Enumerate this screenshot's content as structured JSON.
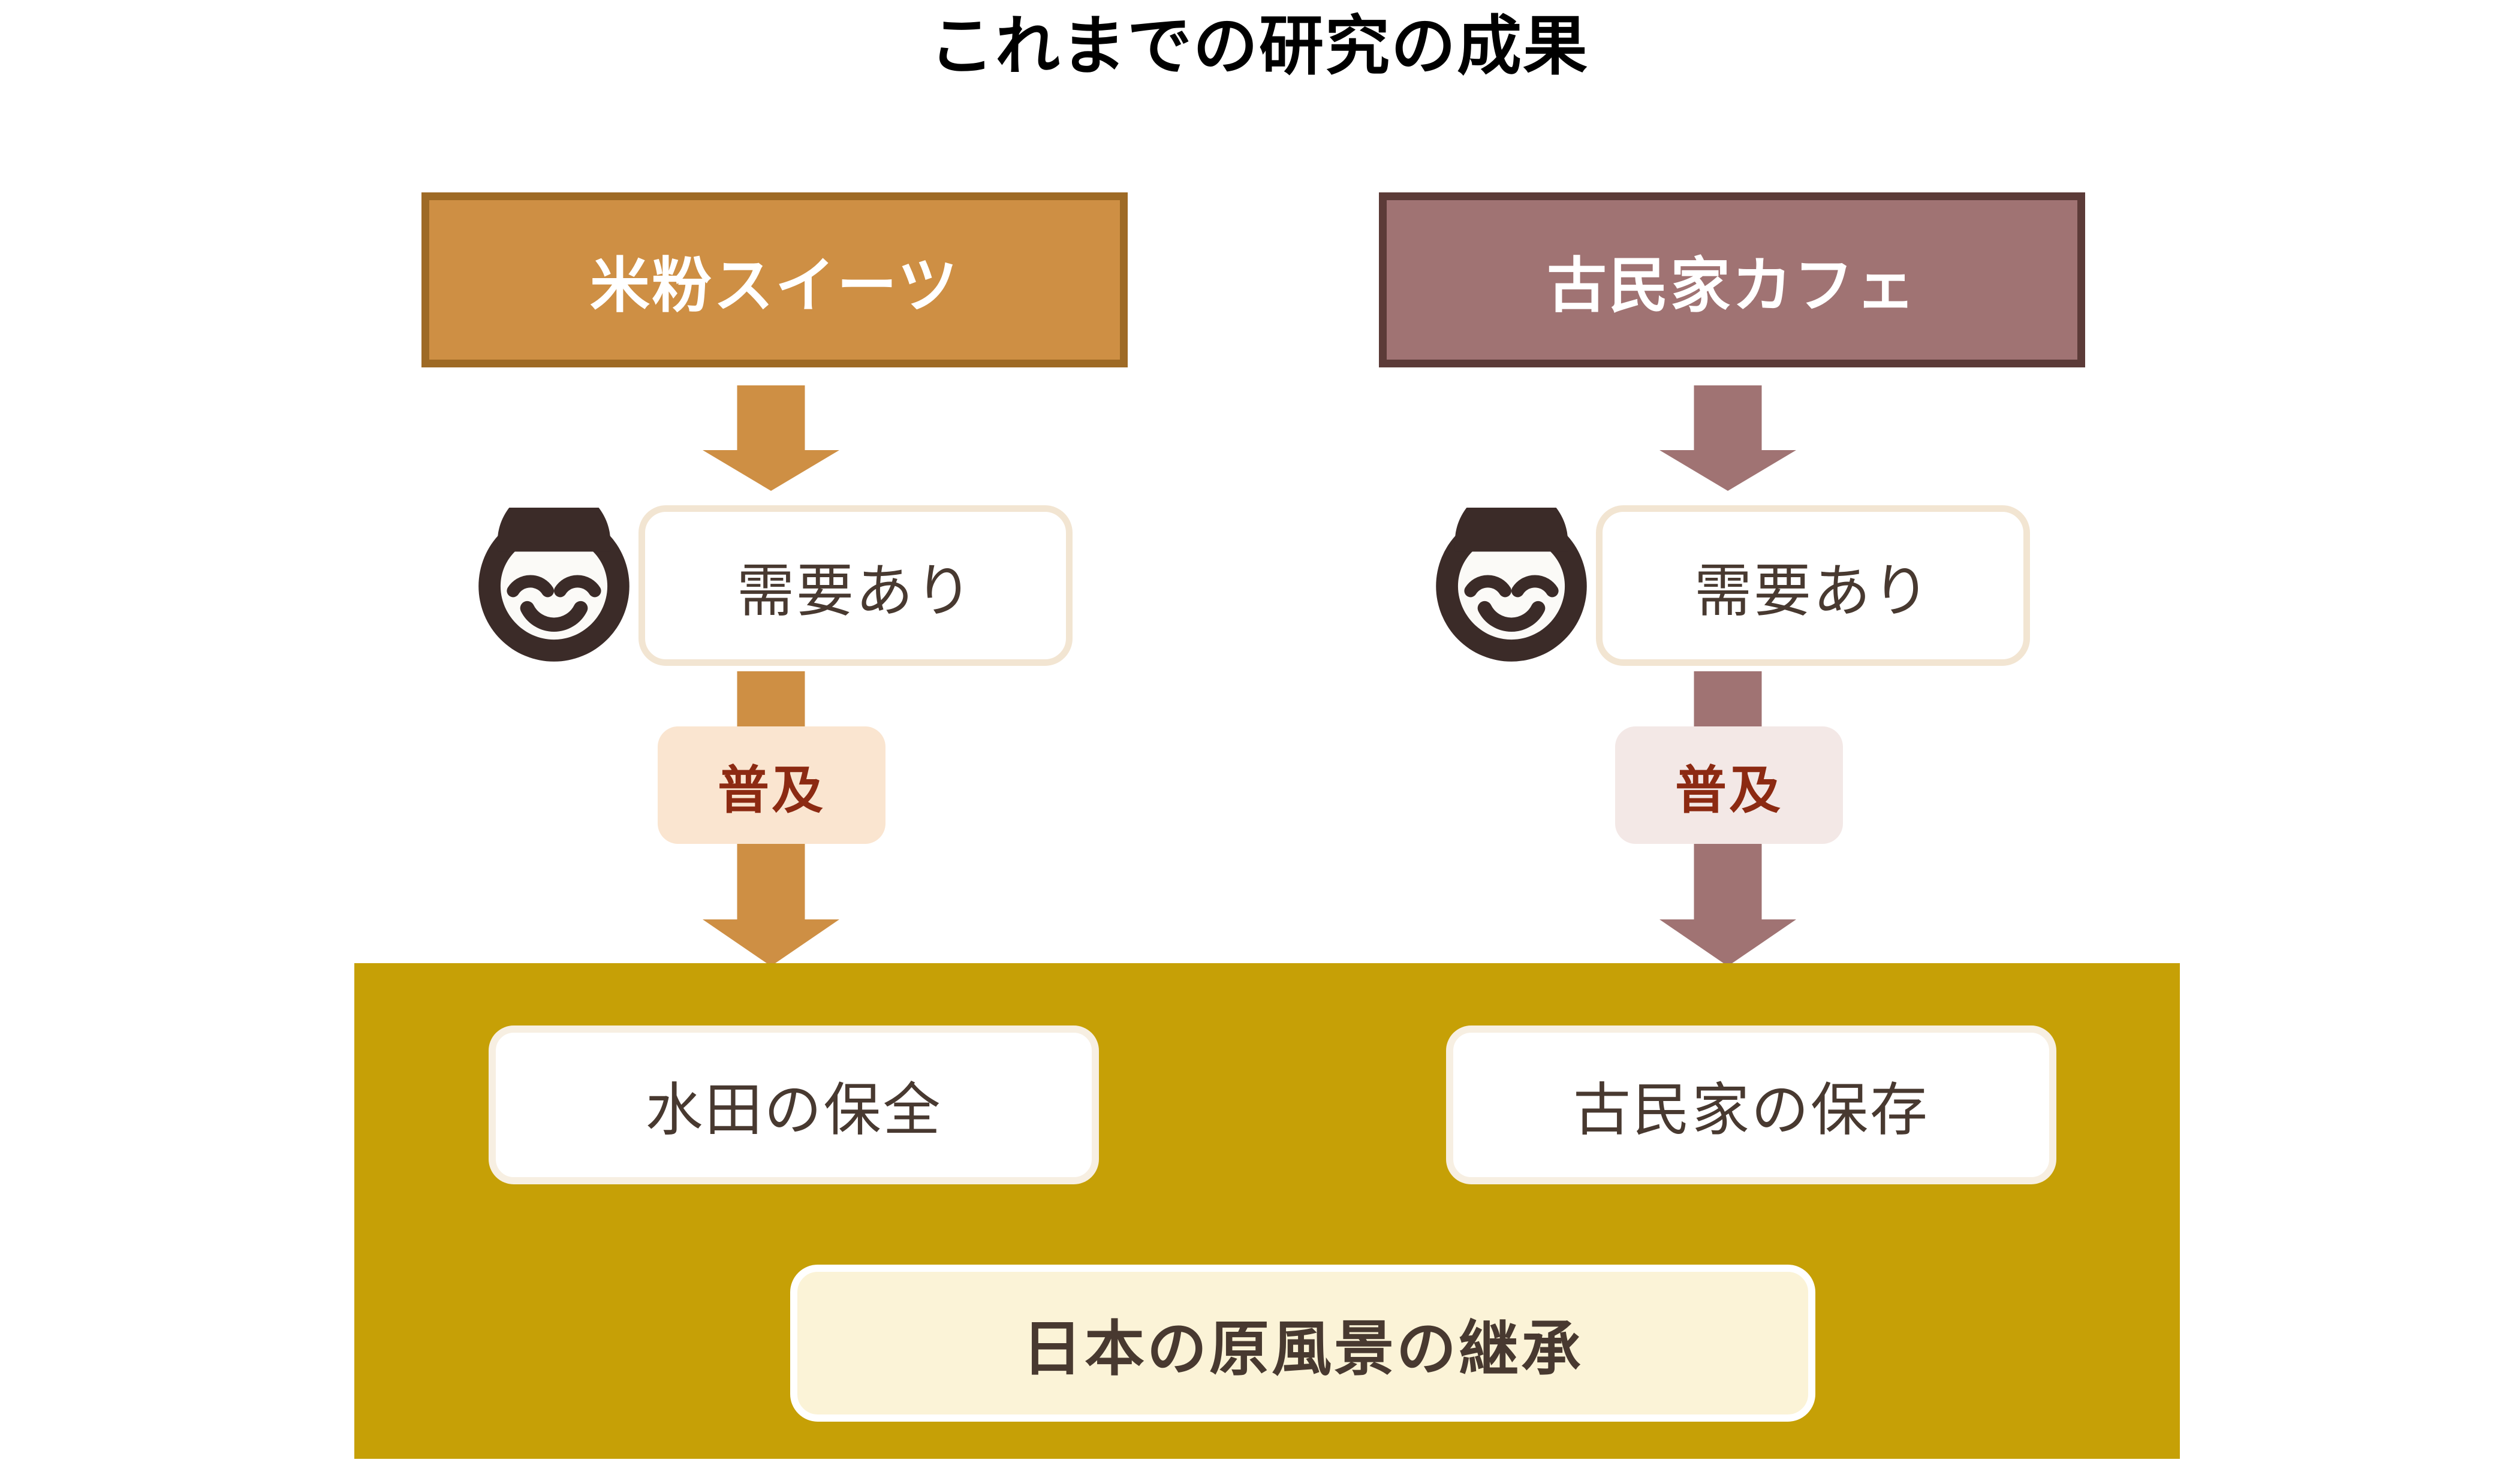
{
  "page": {
    "title": "これまでの研究の成果",
    "background_color": "#ffffff"
  },
  "colors": {
    "rice_fill": "#ce8f44",
    "rice_border": "#9e6a25",
    "cafe_fill": "#a07373",
    "cafe_border": "#5c3b38",
    "gold_panel": "#c6a006",
    "spread_text": "#8c2a12",
    "body_text": "#483930",
    "pill_left_bg": "#fae5d0",
    "pill_right_bg": "#f3e8e6",
    "legacy_bg": "#fbf3d7",
    "face_icon": "#3b2b28"
  },
  "columns": [
    {
      "id": "rice-flour-sweets",
      "header": "米粉スイーツ",
      "arrow_icon": "down-arrow-icon",
      "face_icon": "smiling-face-icon",
      "demand": "需要あり",
      "spread": "普及",
      "result": "水田の保全"
    },
    {
      "id": "kominka-cafe",
      "header": "古民家カフェ",
      "arrow_icon": "down-arrow-icon",
      "face_icon": "smiling-face-icon",
      "demand": "需要あり",
      "spread": "普及",
      "result": "古民家の保存"
    }
  ],
  "outcome": {
    "label": "日本の原風景の継承"
  }
}
